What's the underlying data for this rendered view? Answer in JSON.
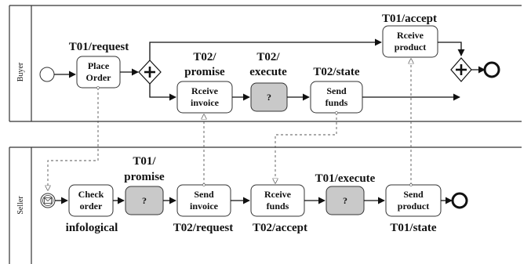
{
  "lanes": {
    "buyer": "Buyer",
    "seller": "Seller"
  },
  "labels": {
    "t01_request": "T01/request",
    "t02_promise_1": "T02/",
    "t02_promise_2": "promise",
    "t02_execute_1": "T02/",
    "t02_execute_2": "execute",
    "t02_state": "T02/state",
    "t01_accept": "T01/accept",
    "t01_promise_1": "T01/",
    "t01_promise_2": "promise",
    "infological": "infological",
    "t02_request": "T02/request",
    "t02_accept": "T02/accept",
    "t01_execute": "T01/execute",
    "t01_state": "T01/state"
  },
  "tasks": {
    "place_order_1": "Place",
    "place_order_2": "Order",
    "receive_invoice_1": "Rceive",
    "receive_invoice_2": "invoice",
    "pay_q": "?",
    "send_funds_1": "Send",
    "send_funds_2": "funds",
    "receive_product_1": "Rceive",
    "receive_product_2": "product",
    "check_order_1": "Check",
    "check_order_2": "order",
    "promise_q": "?",
    "send_invoice_1": "Send",
    "send_invoice_2": "invoice",
    "receive_funds_1": "Rceive",
    "receive_funds_2": "funds",
    "execute_q": "?",
    "send_product_1": "Send",
    "send_product_2": "product"
  }
}
